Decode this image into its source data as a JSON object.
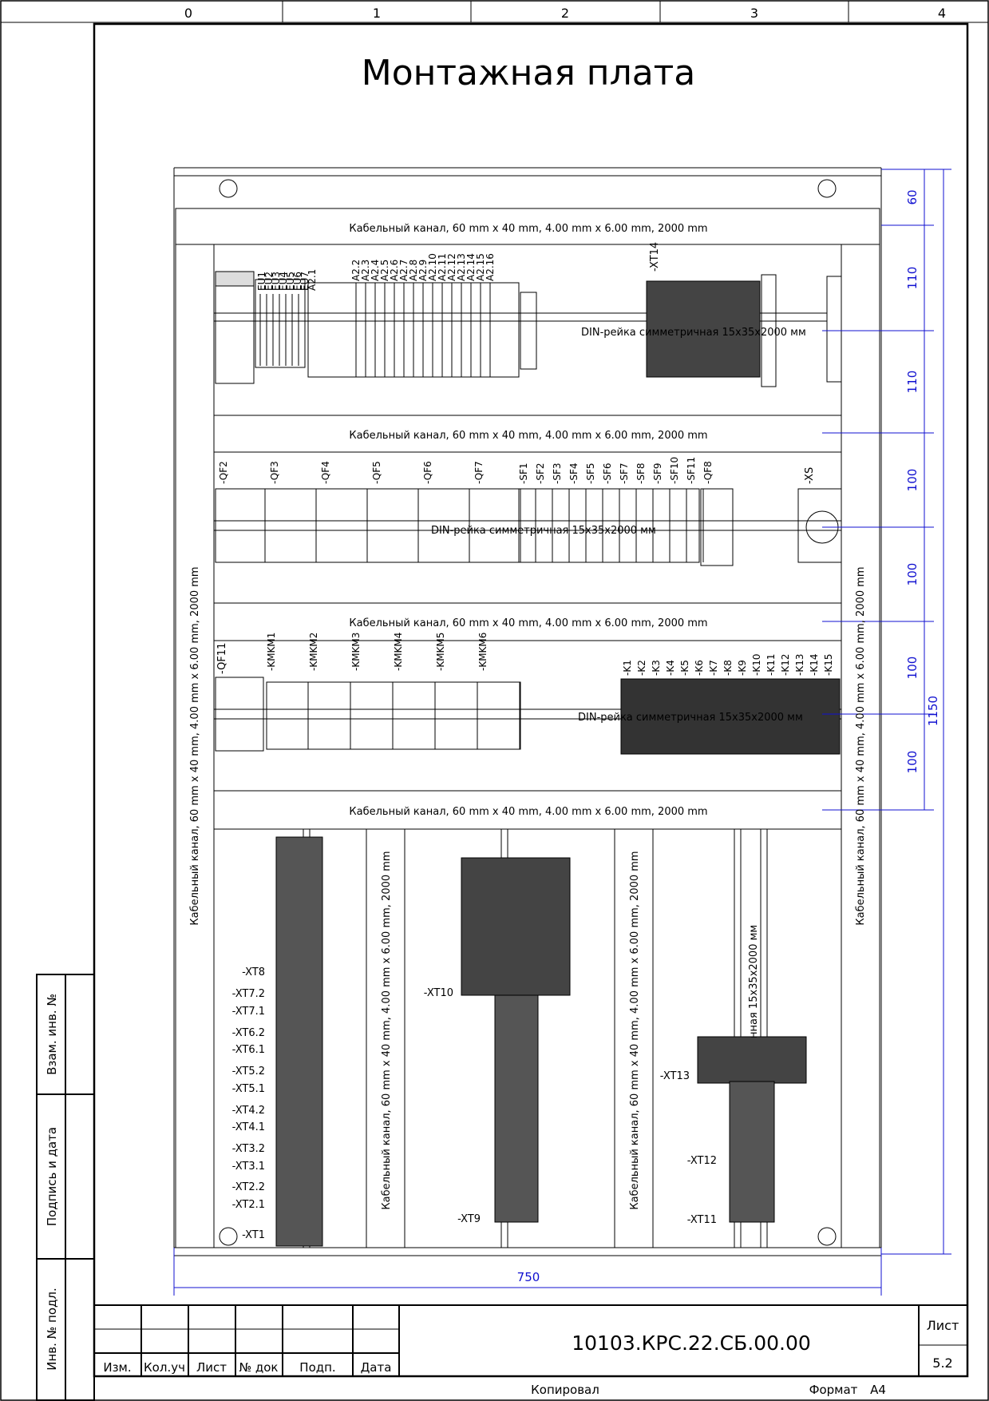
{
  "title": "Монтажная плата",
  "zones": [
    "0",
    "1",
    "2",
    "3",
    "4"
  ],
  "side_stamp": [
    "Взам. инв. №",
    "Подпись и дата",
    "Инв. № подл."
  ],
  "cable_channel_label": "Кабельный канал, 60 mm x 40 mm, 4.00 mm x 6.00 mm, 2000 mm",
  "din_rail_label": "DIN-рейка симметричная 15x35x2000 мм",
  "din_rail_fragment": "нная 15x35x2000 мм",
  "row1": {
    "left_labels": [
      "EU1",
      "EU2",
      "EU3",
      "EU4",
      "EU5",
      "EU6",
      "EU7",
      "A2.1"
    ],
    "a_labels": [
      "A2.2",
      "A2.3",
      "A2.4",
      "A2.5",
      "A2.6",
      "A2.7",
      "A2.8",
      "A2.9",
      "A2.10",
      "A2.11",
      "A2.12",
      "A2.13",
      "A2.14",
      "A2.15",
      "A2.16"
    ],
    "terminal": "-XT14"
  },
  "row2": {
    "qf_labels": [
      "-QF2",
      "-QF3",
      "-QF4",
      "-QF5",
      "-QF6",
      "-QF7"
    ],
    "sf_labels": [
      "-SF1",
      "-SF2",
      "-SF3",
      "-SF4",
      "-SF5",
      "-SF6",
      "-SF7",
      "-SF8",
      "-SF9",
      "-SF10",
      "-SF11",
      "-QF8"
    ],
    "socket": "-XS"
  },
  "row3": {
    "qf": "-QF11",
    "km_labels": [
      "-KMKM1",
      "-KMKM2",
      "-KMKM3",
      "-KMKM4",
      "-KMKM5",
      "-KMKM6"
    ],
    "k_labels": [
      "-K1",
      "-K2",
      "-K3",
      "-K4",
      "-K5",
      "-K6",
      "-K7",
      "-K8",
      "-K9",
      "-K10",
      "-K11",
      "-K12",
      "-K13",
      "-K14",
      "-K15"
    ]
  },
  "row4": {
    "xt_left": [
      "-XT8",
      "-XT7.2",
      "-XT7.1",
      "-XT6.2",
      "-XT6.1",
      "-XT5.2",
      "-XT5.1",
      "-XT4.2",
      "-XT4.1",
      "-XT3.2",
      "-XT3.1",
      "-XT2.2",
      "-XT2.1",
      "-XT1"
    ],
    "xt10": "-XT10",
    "xt9": "-XT9",
    "xt13": "-XT13",
    "xt12": "-XT12",
    "xt11": "-XT11"
  },
  "dimensions": {
    "right": [
      "60",
      "110",
      "110",
      "100",
      "100",
      "100",
      "100"
    ],
    "total_height": "1150",
    "width": "750"
  },
  "title_block": {
    "headers": [
      "Изм.",
      "Кол.уч",
      "Лист",
      "№ док",
      "Подп.",
      "Дата"
    ],
    "doc_number": "10103.КРС.22.СБ.00.00",
    "sheet_label": "Лист",
    "sheet_number": "5.2",
    "copied": "Копировал",
    "format_label": "Формат",
    "format_value": "А4"
  },
  "colors": {
    "line": "#000000",
    "dimension": "#1010d0"
  }
}
